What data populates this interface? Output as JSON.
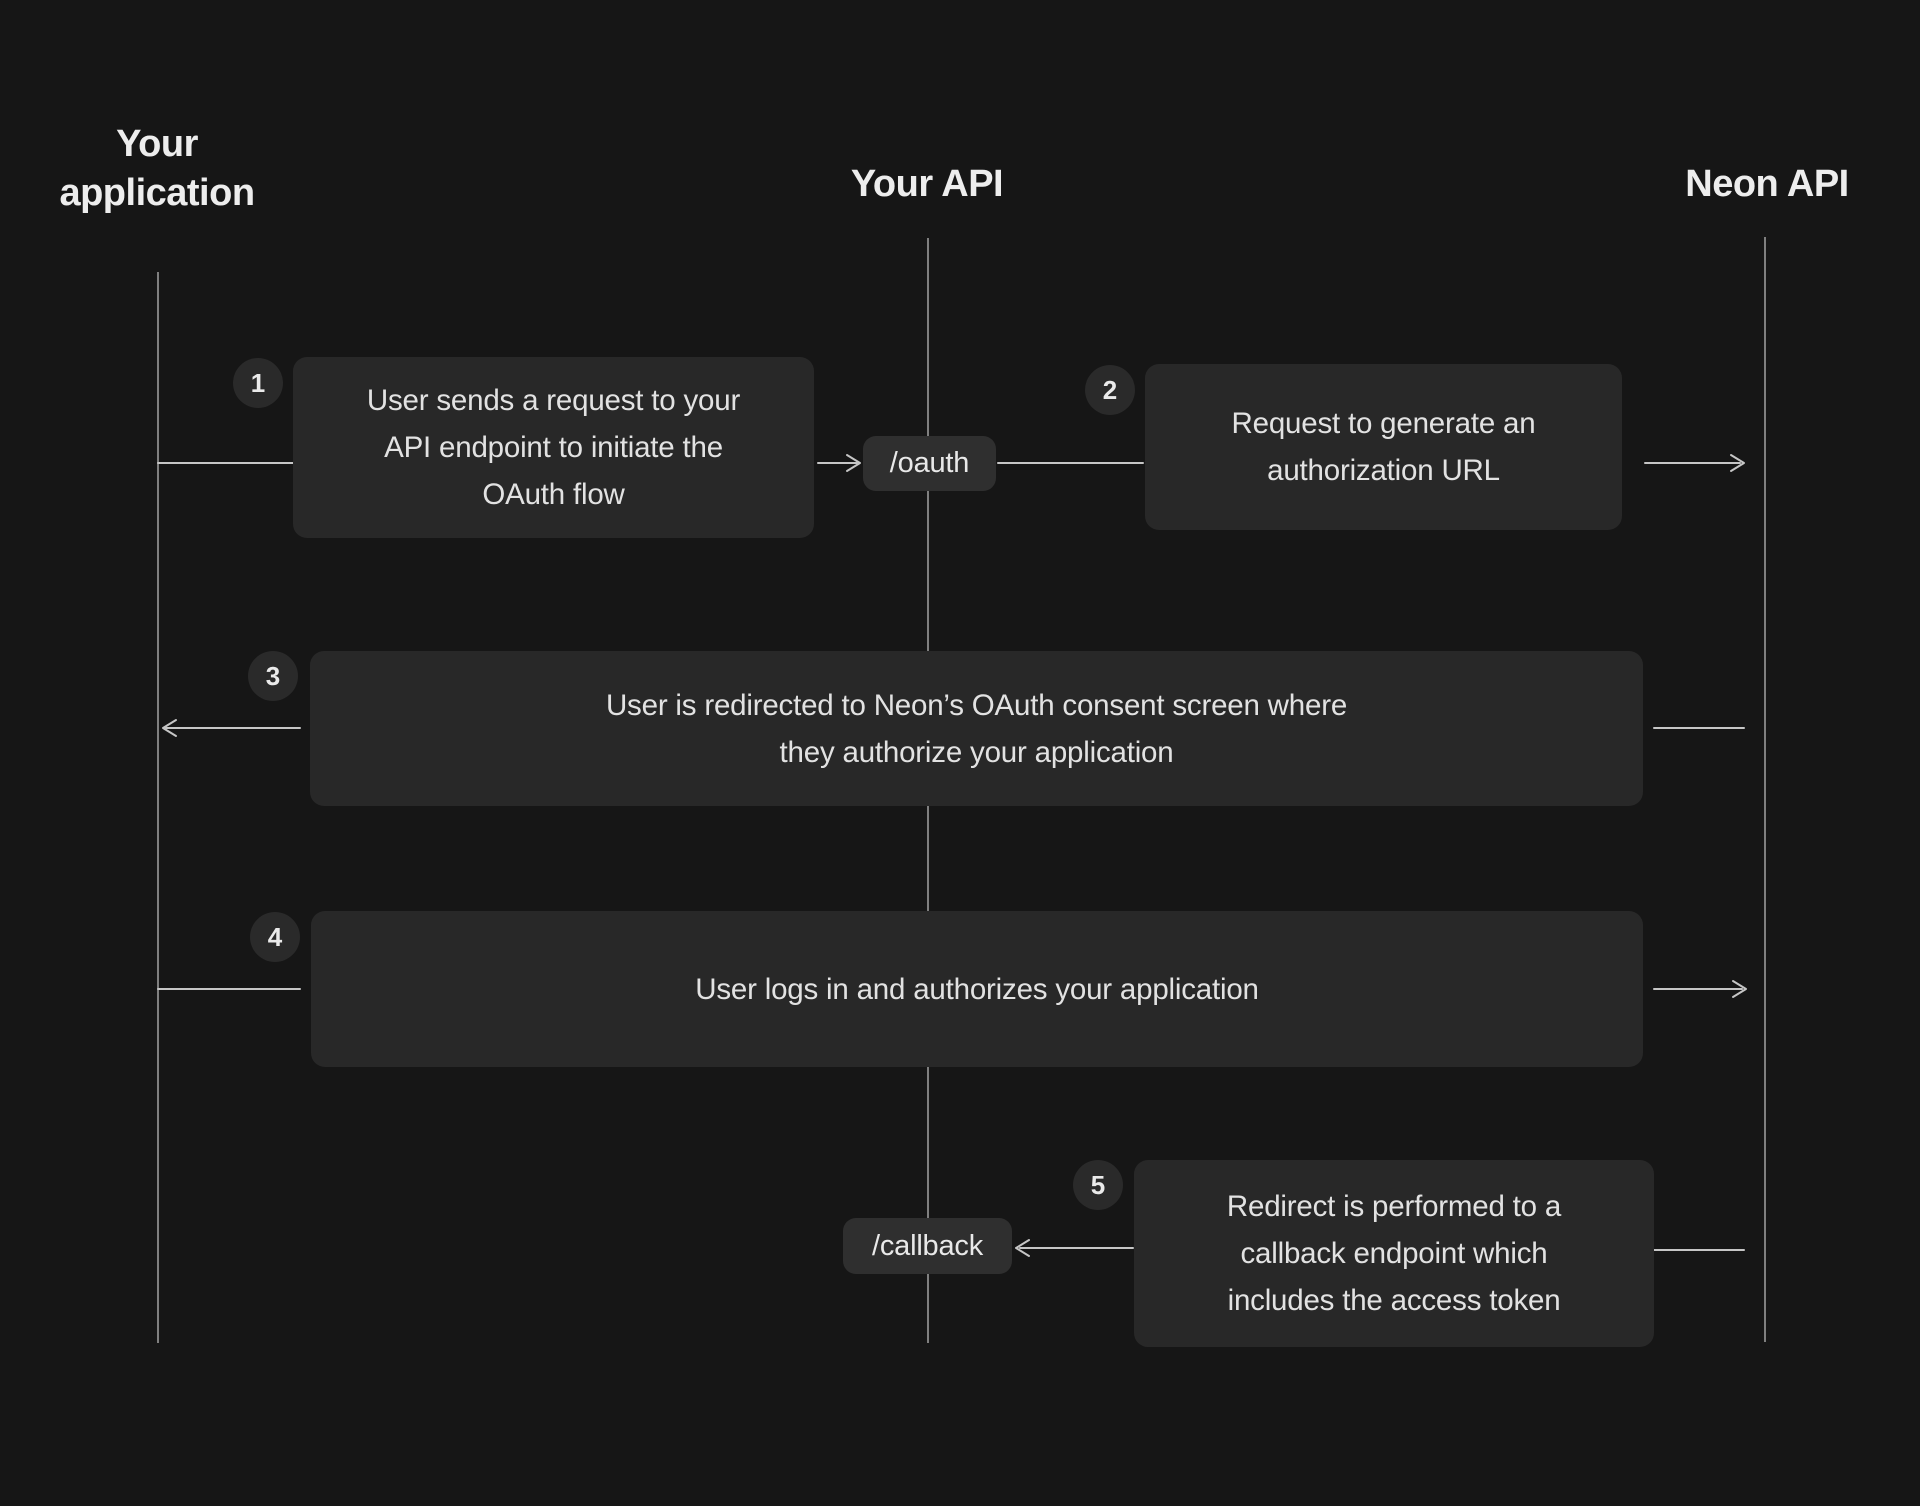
{
  "actors": [
    {
      "id": "your-application",
      "lines": [
        "Your",
        "application"
      ]
    },
    {
      "id": "your-api",
      "label": "Your API"
    },
    {
      "id": "neon-api",
      "label": "Neon API"
    }
  ],
  "endpoints": {
    "oauth": "/oauth",
    "callback": "/callback"
  },
  "steps": [
    {
      "number": "1",
      "lines": [
        "User sends a request to your",
        "API endpoint to initiate the",
        "OAuth flow"
      ]
    },
    {
      "number": "2",
      "lines": [
        "Request to generate an",
        "authorization URL"
      ]
    },
    {
      "number": "3",
      "lines": [
        "User is redirected to Neon’s OAuth consent screen where",
        "they authorize your application"
      ]
    },
    {
      "number": "4",
      "lines": [
        "User logs in and authorizes your application"
      ]
    },
    {
      "number": "5",
      "lines": [
        "Redirect is performed to a",
        "callback endpoint which",
        "includes the access token"
      ]
    }
  ],
  "colors": {
    "background": "#161616",
    "box_background": "#282828",
    "pill_background": "#2f2f2f",
    "badge_background": "#2a2a2a",
    "text_primary": "#ededed",
    "text_box": "#e2e2e2",
    "lifeline": "#9a9a9a",
    "arrow": "#c6c6c6"
  }
}
